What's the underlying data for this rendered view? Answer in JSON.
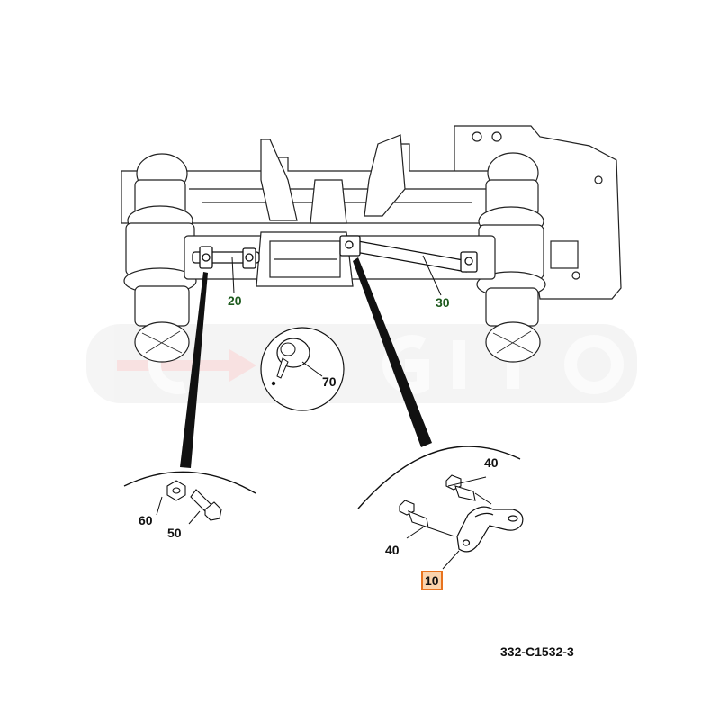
{
  "diagram": {
    "id_label": "332-C1532-3",
    "callouts": {
      "c20": "20",
      "c30": "30",
      "c70": "70",
      "c60": "60",
      "c50": "50",
      "c40_top": "40",
      "c40_left": "40",
      "c10": "10"
    },
    "selected_callout": "10",
    "watermark": "COGITO",
    "colors": {
      "line": "#111111",
      "callout_green": "#1d5a1d",
      "highlight_border": "#e8731e",
      "highlight_fill": "#fbd4ad",
      "watermark": "#f2f2f2",
      "watermark_arrow": "#f6d2d2"
    }
  }
}
